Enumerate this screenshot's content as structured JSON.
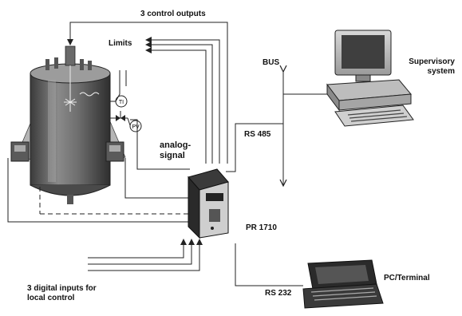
{
  "labels": {
    "control_outputs": "3 control outputs",
    "limits": "Limits",
    "bus": "BUS",
    "supervisory_line1": "Supervisory",
    "supervisory_line2": "system",
    "analog_line1": "analog-",
    "analog_line2": "signal",
    "rs485": "RS 485",
    "pr1710": "PR 1710",
    "digital_inputs_line1": "3 digital inputs for",
    "digital_inputs_line2": "local control",
    "pc_terminal": "PC/Terminal",
    "rs232": "RS 232",
    "ti_tag": "TI",
    "pv_tag": "PV"
  }
}
